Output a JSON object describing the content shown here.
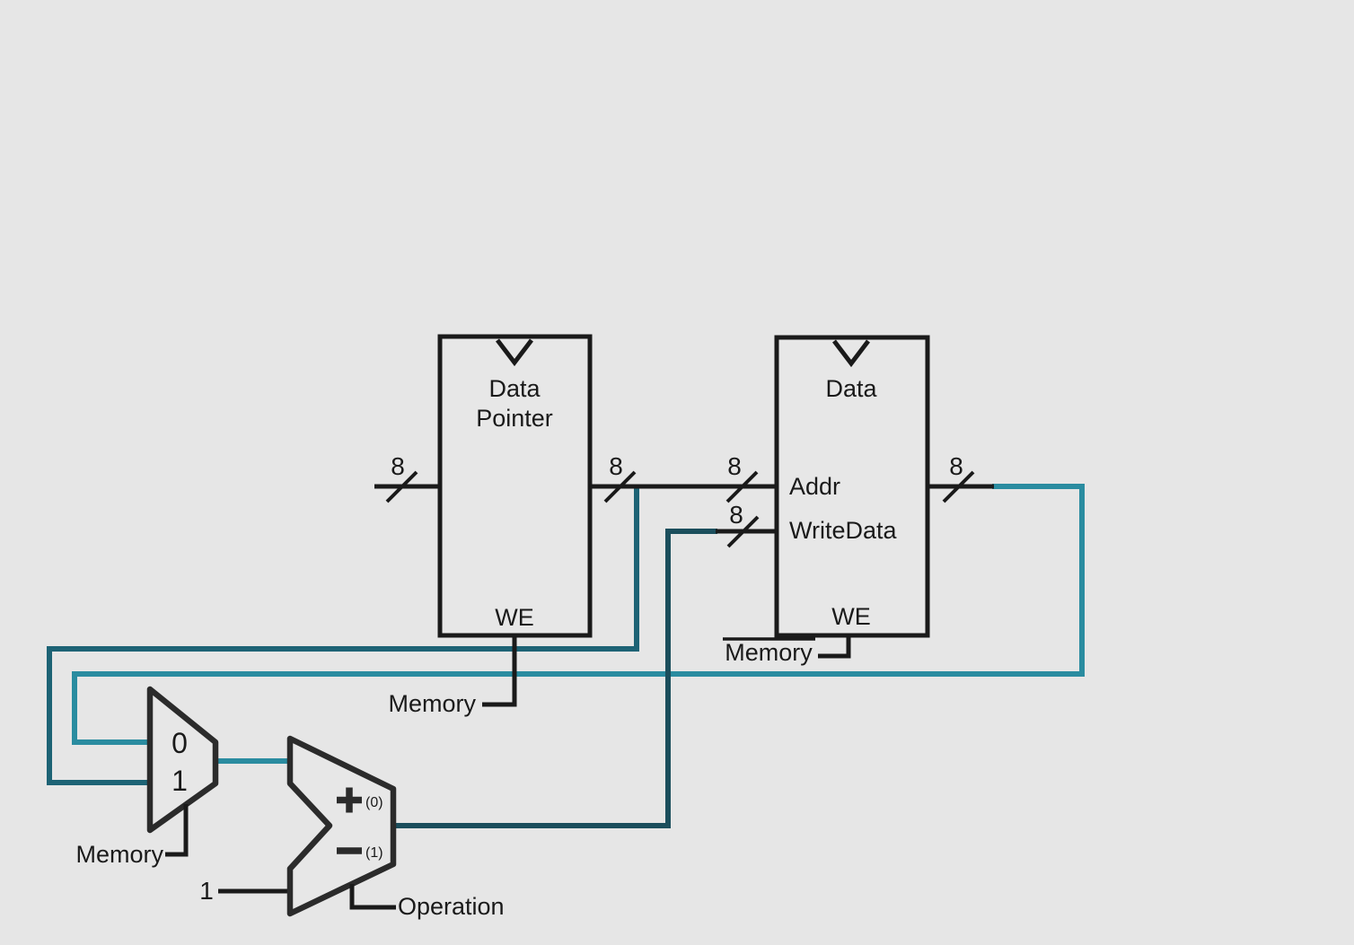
{
  "colors": {
    "background": "#e6e6e6",
    "wire_black": "#1a1a1a",
    "component_stroke": "#2b2b2b",
    "teal_bright": "#2a8ca0",
    "teal_medium": "#1d6375",
    "teal_dark": "#1b4e5c"
  },
  "data_pointer_register": {
    "title_line1": "Data",
    "title_line2": "Pointer",
    "we_label": "WE",
    "we_signal": "Memory",
    "input_width": "8",
    "output_width": "8"
  },
  "data_memory": {
    "title": "Data",
    "addr_port": "Addr",
    "write_data_port": "WriteData",
    "we_label": "WE",
    "we_signal": "Memory",
    "addr_width": "8",
    "write_data_width": "8",
    "output_width": "8"
  },
  "mux": {
    "input0_label": "0",
    "input1_label": "1",
    "select_signal": "Memory"
  },
  "alu": {
    "add_icon": "+",
    "add_code": "(0)",
    "subtract_icon": "−",
    "subtract_code": "(1)",
    "constant_input": "1",
    "select_signal": "Operation"
  }
}
